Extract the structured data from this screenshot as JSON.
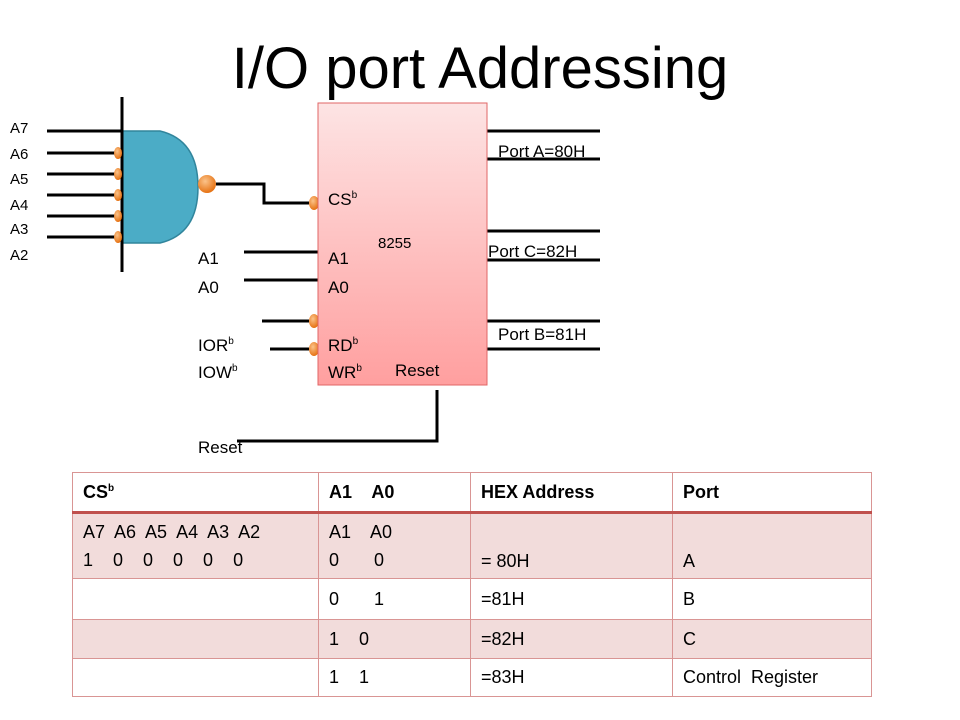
{
  "title": "I/O port Addressing",
  "gate_inputs": [
    "A7",
    "A6",
    "A5",
    "A4",
    "A3",
    "A2"
  ],
  "chip": {
    "name": "8255",
    "cs": "CS",
    "a1": "A1",
    "a0": "A0",
    "rd": "RD",
    "wr": "WR",
    "reset": "Reset",
    "bar_sup": "b"
  },
  "left_labels": {
    "a1": "A1",
    "a0": "A0",
    "ior": "IOR",
    "iow": "IOW",
    "reset": "Reset"
  },
  "ports": {
    "a": "Port A=80H",
    "c": "Port C=82H",
    "b": "Port B=81H"
  },
  "table": {
    "headers": {
      "cs": "CS",
      "sup": "b",
      "a1a0": "A1    A0",
      "hex": "HEX Address",
      "port": "Port"
    },
    "rows": [
      {
        "cs_line1": "A7  A6  A5  A4  A3  A2",
        "cs_line2": "1    0    0    0    0    0",
        "a_line1": "A1    A0",
        "a_line2": "0       0",
        "hex": "= 80H",
        "port": "A"
      },
      {
        "a": "0       1",
        "hex": "=81H",
        "port": "B"
      },
      {
        "a": "1    0",
        "hex": "=82H",
        "port": "C"
      },
      {
        "a": "1    1",
        "hex": "=83H",
        "port": "Control  Register"
      }
    ]
  },
  "colors": {
    "gate": "#4bacc6",
    "bubble": "#f79646",
    "chip_top": "#fde4e4",
    "chip_bottom": "#ff9f9f",
    "row_pink": "#f2dcdb"
  }
}
